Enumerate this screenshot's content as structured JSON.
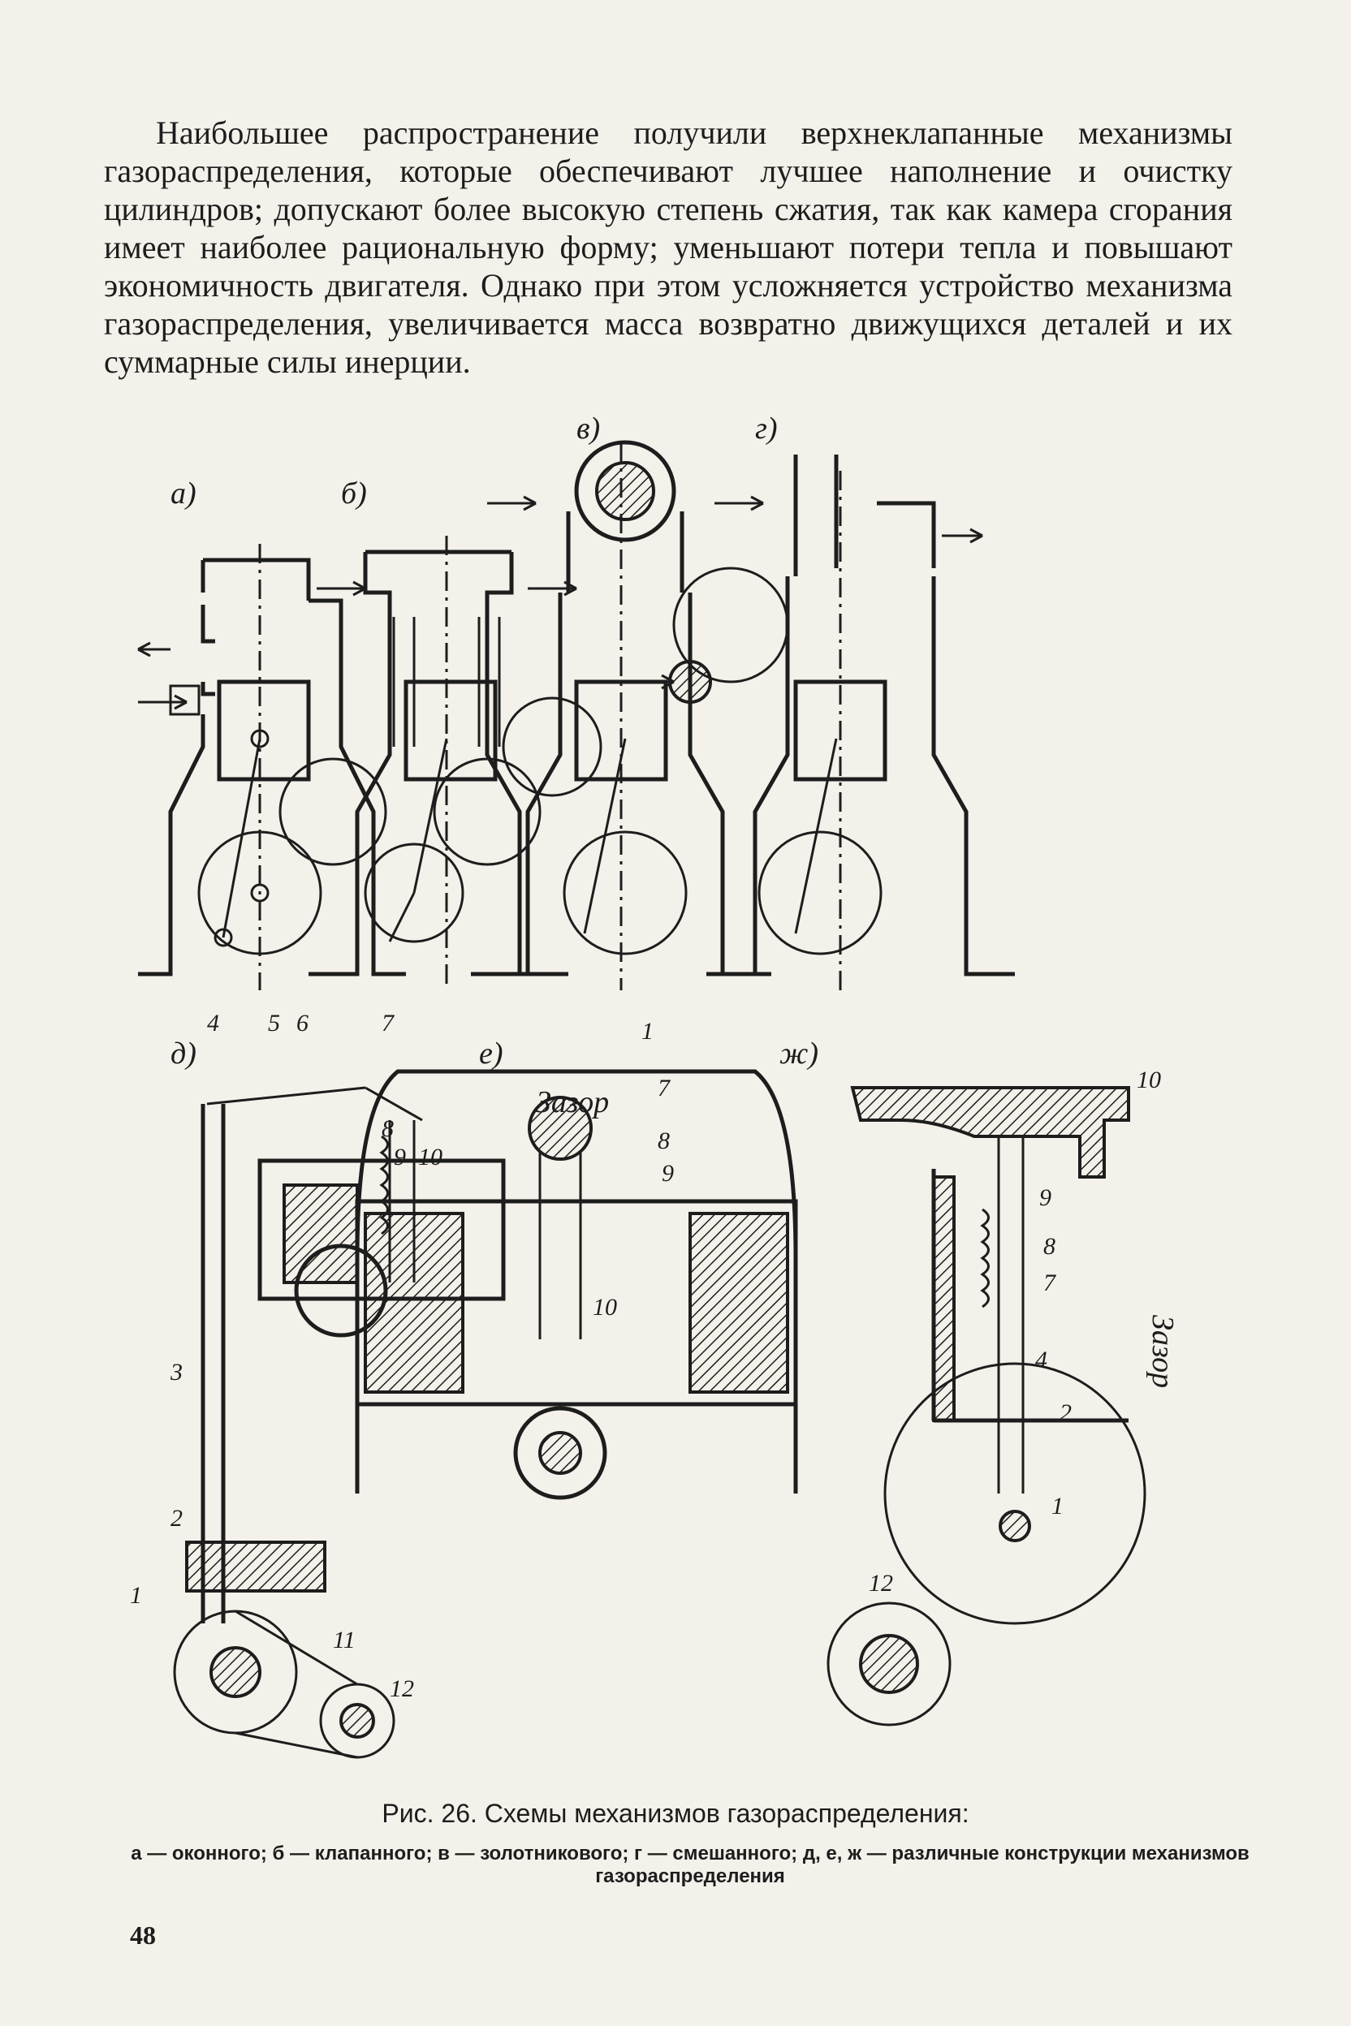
{
  "text": {
    "paragraph": "Наибольшее распространение получили верхнеклапанные механизмы газораспределения, которые обеспечивают лучшее наполнение и очистку цилиндров; допускают более высокую степень сжатия, так как камера сгорания имеет наиболее рациональную форму; уменьшают потери тепла и повышают экономичность двигателя. Однако при этом усложняется устройство механизма газораспределения, увеличивается масса возвратно движущихся деталей и их суммарные силы инерции."
  },
  "figure": {
    "panel_labels": [
      "а)",
      "б)",
      "в)",
      "г)",
      "д)",
      "е)",
      "ж)"
    ],
    "clearance_label": "Зазор",
    "part_numbers": [
      "1",
      "2",
      "3",
      "4",
      "5",
      "6",
      "7",
      "8",
      "9",
      "10",
      "11",
      "12"
    ]
  },
  "caption": {
    "title": "Рис. 26. Схемы механизмов газораспределения:",
    "legend": "а — оконного; б — клапанного; в — золотникового; г — смешанного; д, е, ж — различные конструкции механизмов газораспределения"
  },
  "page_number": "48"
}
